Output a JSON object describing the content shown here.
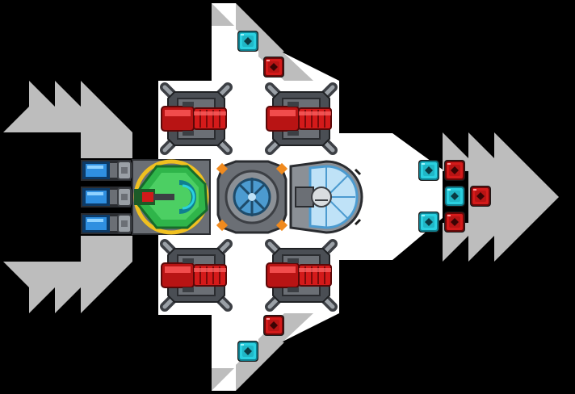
{
  "scene": {
    "kind": "ship-builder-top-view",
    "background_color": "#000000",
    "hull_white": "#ffffff",
    "fin_gray": "#bdbdbd",
    "metal_dark": "#3c3f44",
    "metal_mid": "#6b6f75",
    "metal_light": "#9aa0a6",
    "armor_red": "#d41a1a",
    "armor_red_light": "#ff5a5a",
    "cyan": "#2ad0e0",
    "cyan_dark": "#0f7f8f",
    "green": "#2fb54a",
    "green_dark": "#176b2a",
    "yellow_ring": "#f0c020",
    "orange_bolt": "#f08a1e",
    "shield_blue": "#bfe2f7",
    "shield_blue_dark": "#4c9bd0",
    "thruster_blue": "#2f8fe0"
  },
  "ship": {
    "thrusters": [
      {
        "name": "thruster",
        "icon": "thruster-icon"
      },
      {
        "name": "thruster",
        "icon": "thruster-icon"
      },
      {
        "name": "thruster",
        "icon": "thruster-icon"
      }
    ],
    "bridge": {
      "name": "cockpit",
      "icon": "cockpit-icon"
    },
    "reactor": {
      "name": "reactor",
      "icon": "reactor-icon"
    },
    "shield": {
      "name": "shield-generator",
      "icon": "shield-icon"
    },
    "turrets": [
      {
        "name": "turret-top-left",
        "icon": "turret-icon"
      },
      {
        "name": "turret-top-right",
        "icon": "turret-icon"
      },
      {
        "name": "turret-bottom-left",
        "icon": "turret-icon"
      },
      {
        "name": "turret-bottom-right",
        "icon": "turret-icon"
      }
    ],
    "small_blocks": [
      {
        "type": "cyan"
      },
      {
        "type": "red"
      },
      {
        "type": "cyan"
      },
      {
        "type": "red"
      },
      {
        "type": "cyan"
      },
      {
        "type": "red"
      },
      {
        "type": "cyan"
      },
      {
        "type": "red"
      },
      {
        "type": "red"
      },
      {
        "type": "cyan"
      }
    ]
  }
}
